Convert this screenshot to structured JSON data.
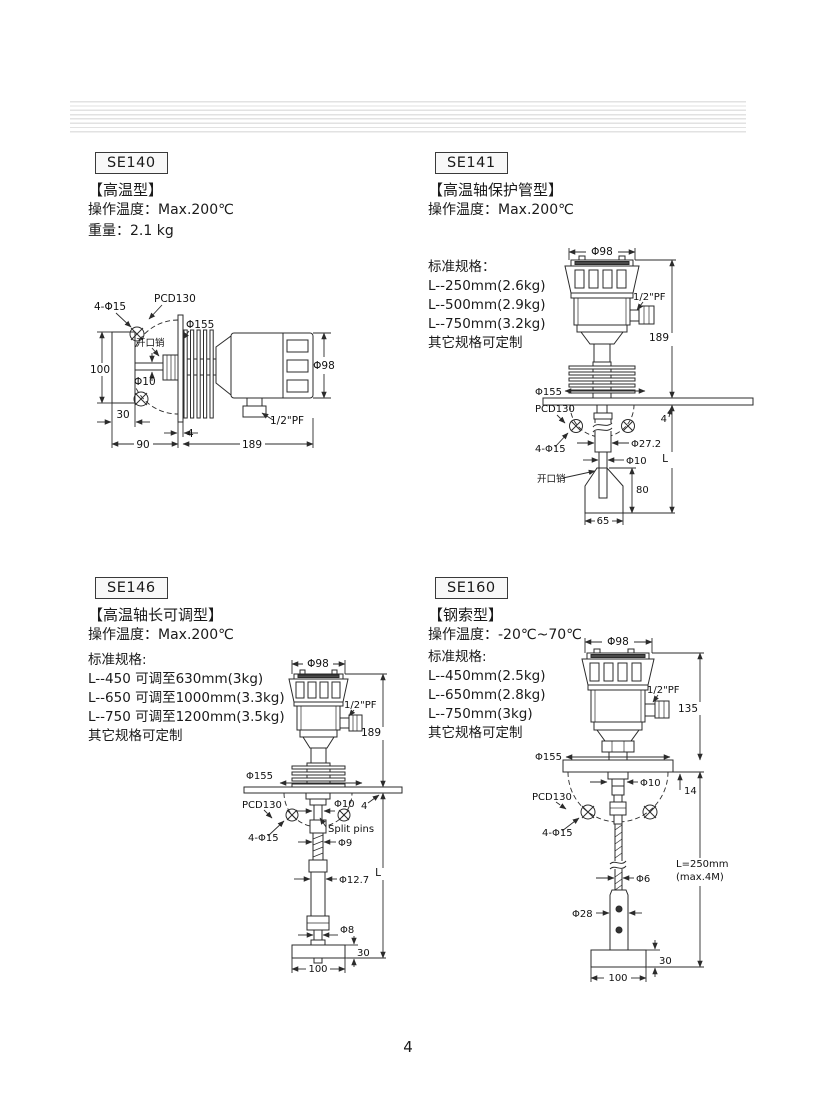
{
  "page": {
    "number": "4"
  },
  "sections": {
    "se140": {
      "model": "SE140",
      "type_label": "【高温型】",
      "temp_label": "操作温度：Max.200℃",
      "weight_label": "重量：2.1 kg",
      "dims": {
        "bolt_holes": "4-Φ15",
        "pcd": "PCD130",
        "flange_dia": "Φ155",
        "split_pin": "开口销",
        "paddle_height": "100",
        "shaft_dia": "Φ10",
        "housing_dia": "Φ98",
        "paddle_offset": "30",
        "flange_thickness": "4",
        "conduit": "1/2\"PF",
        "front_length": "90",
        "body_length": "189"
      }
    },
    "se141": {
      "model": "SE141",
      "type_label": "【高温轴保护管型】",
      "temp_label": "操作温度：Max.200℃",
      "spec_title": "标准规格：",
      "specs": [
        "L--250mm(2.6kg)",
        "L--500mm(2.9kg)",
        "L--750mm(3.2kg)"
      ],
      "custom_note": "其它规格可定制",
      "dims": {
        "housing_dia": "Φ98",
        "conduit": "1/2\"PF",
        "body_length": "189",
        "flange_dia": "Φ155",
        "pcd": "PCD130",
        "plate_thickness": "4",
        "bolt_holes": "4-Φ15",
        "tube_dia": "Φ27.2",
        "shaft_dia": "Φ10",
        "split_pin": "开口销",
        "paddle_height": "80",
        "shaft_length": "L",
        "paddle_width": "65"
      }
    },
    "se146": {
      "model": "SE146",
      "type_label": "【高温轴长可调型】",
      "temp_label": "操作温度：Max.200℃",
      "spec_title": "标准规格:",
      "specs": [
        "L--450 可调至630mm(3kg)",
        "L--650 可调至1000mm(3.3kg)",
        "L--750 可调至1200mm(3.5kg)"
      ],
      "custom_note": "其它规格可定制",
      "dims": {
        "housing_dia": "Φ98",
        "conduit": "1/2\"PF",
        "body_length": "189",
        "flange_dia": "Φ155",
        "pcd": "PCD130",
        "shaft_dia": "Φ10",
        "plate_thickness": "4",
        "split_pins": "Split pins",
        "bolt_holes": "4-Φ15",
        "thread_dia": "Φ9",
        "tube_dia": "Φ12.7",
        "shaft_length": "L",
        "lower_shaft_dia": "Φ8",
        "paddle_height": "30",
        "paddle_width": "100"
      }
    },
    "se160": {
      "model": "SE160",
      "type_label": "【钢索型】",
      "temp_label": "操作温度：-20℃~70℃",
      "spec_title": "标准规格:",
      "specs": [
        "L--450mm(2.5kg)",
        "L--650mm(2.8kg)",
        "L--750mm(3kg)"
      ],
      "custom_note": "其它规格可定制",
      "dims": {
        "housing_dia": "Φ98",
        "conduit": "1/2\"PF",
        "body_length": "135",
        "flange_dia": "Φ155",
        "plate_thickness": "14",
        "shaft_dia": "Φ10",
        "pcd": "PCD130",
        "bolt_holes": "4-Φ15",
        "cable_dia": "Φ6",
        "cable_length": "L=250mm",
        "cable_length_max": "(max.4M)",
        "weight_dia": "Φ28",
        "base_height": "30",
        "base_width": "100"
      }
    }
  }
}
